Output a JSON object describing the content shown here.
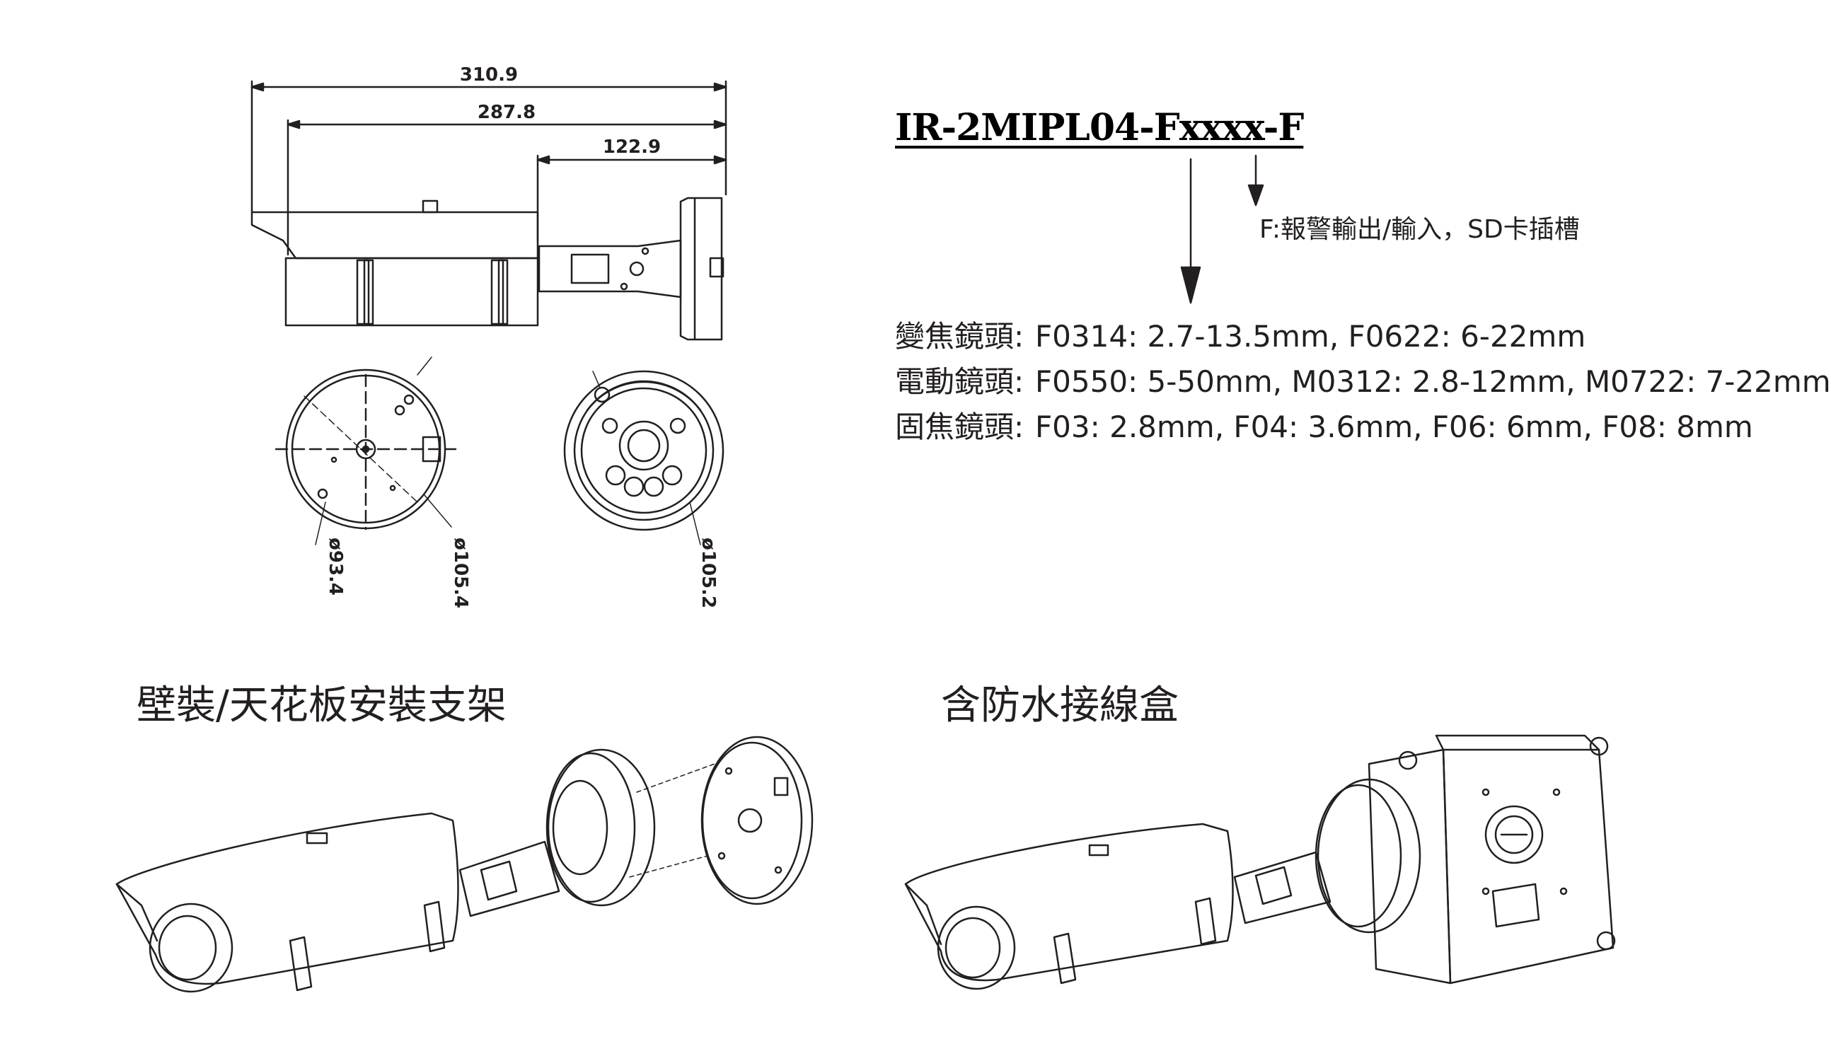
{
  "dimensions": {
    "overall_length": "310.9",
    "body_length": "287.8",
    "bracket_length": "122.9",
    "base_diameter_inner": "ø93.4",
    "base_diameter_outer": "ø105.4",
    "front_diameter": "ø105.2"
  },
  "model": {
    "code": "IR-2MIPL04-Fxxxx-F",
    "suffix_option": "F:報警輸出/輸入，SD卡插槽"
  },
  "lens_options": [
    {
      "label": "變焦鏡頭:",
      "values": "F0314: 2.7-13.5mm, F0622: 6-22mm"
    },
    {
      "label": "電動鏡頭:",
      "values": "F0550: 5-50mm, M0312: 2.8-12mm, M0722: 7-22mm"
    },
    {
      "label": "固焦鏡頭:",
      "values": "F03: 2.8mm,  F04: 3.6mm, F06: 6mm, F08: 8mm"
    }
  ],
  "accessories": {
    "bracket_title": "壁裝/天花板安裝支架",
    "junction_box_title": "含防水接線盒"
  }
}
